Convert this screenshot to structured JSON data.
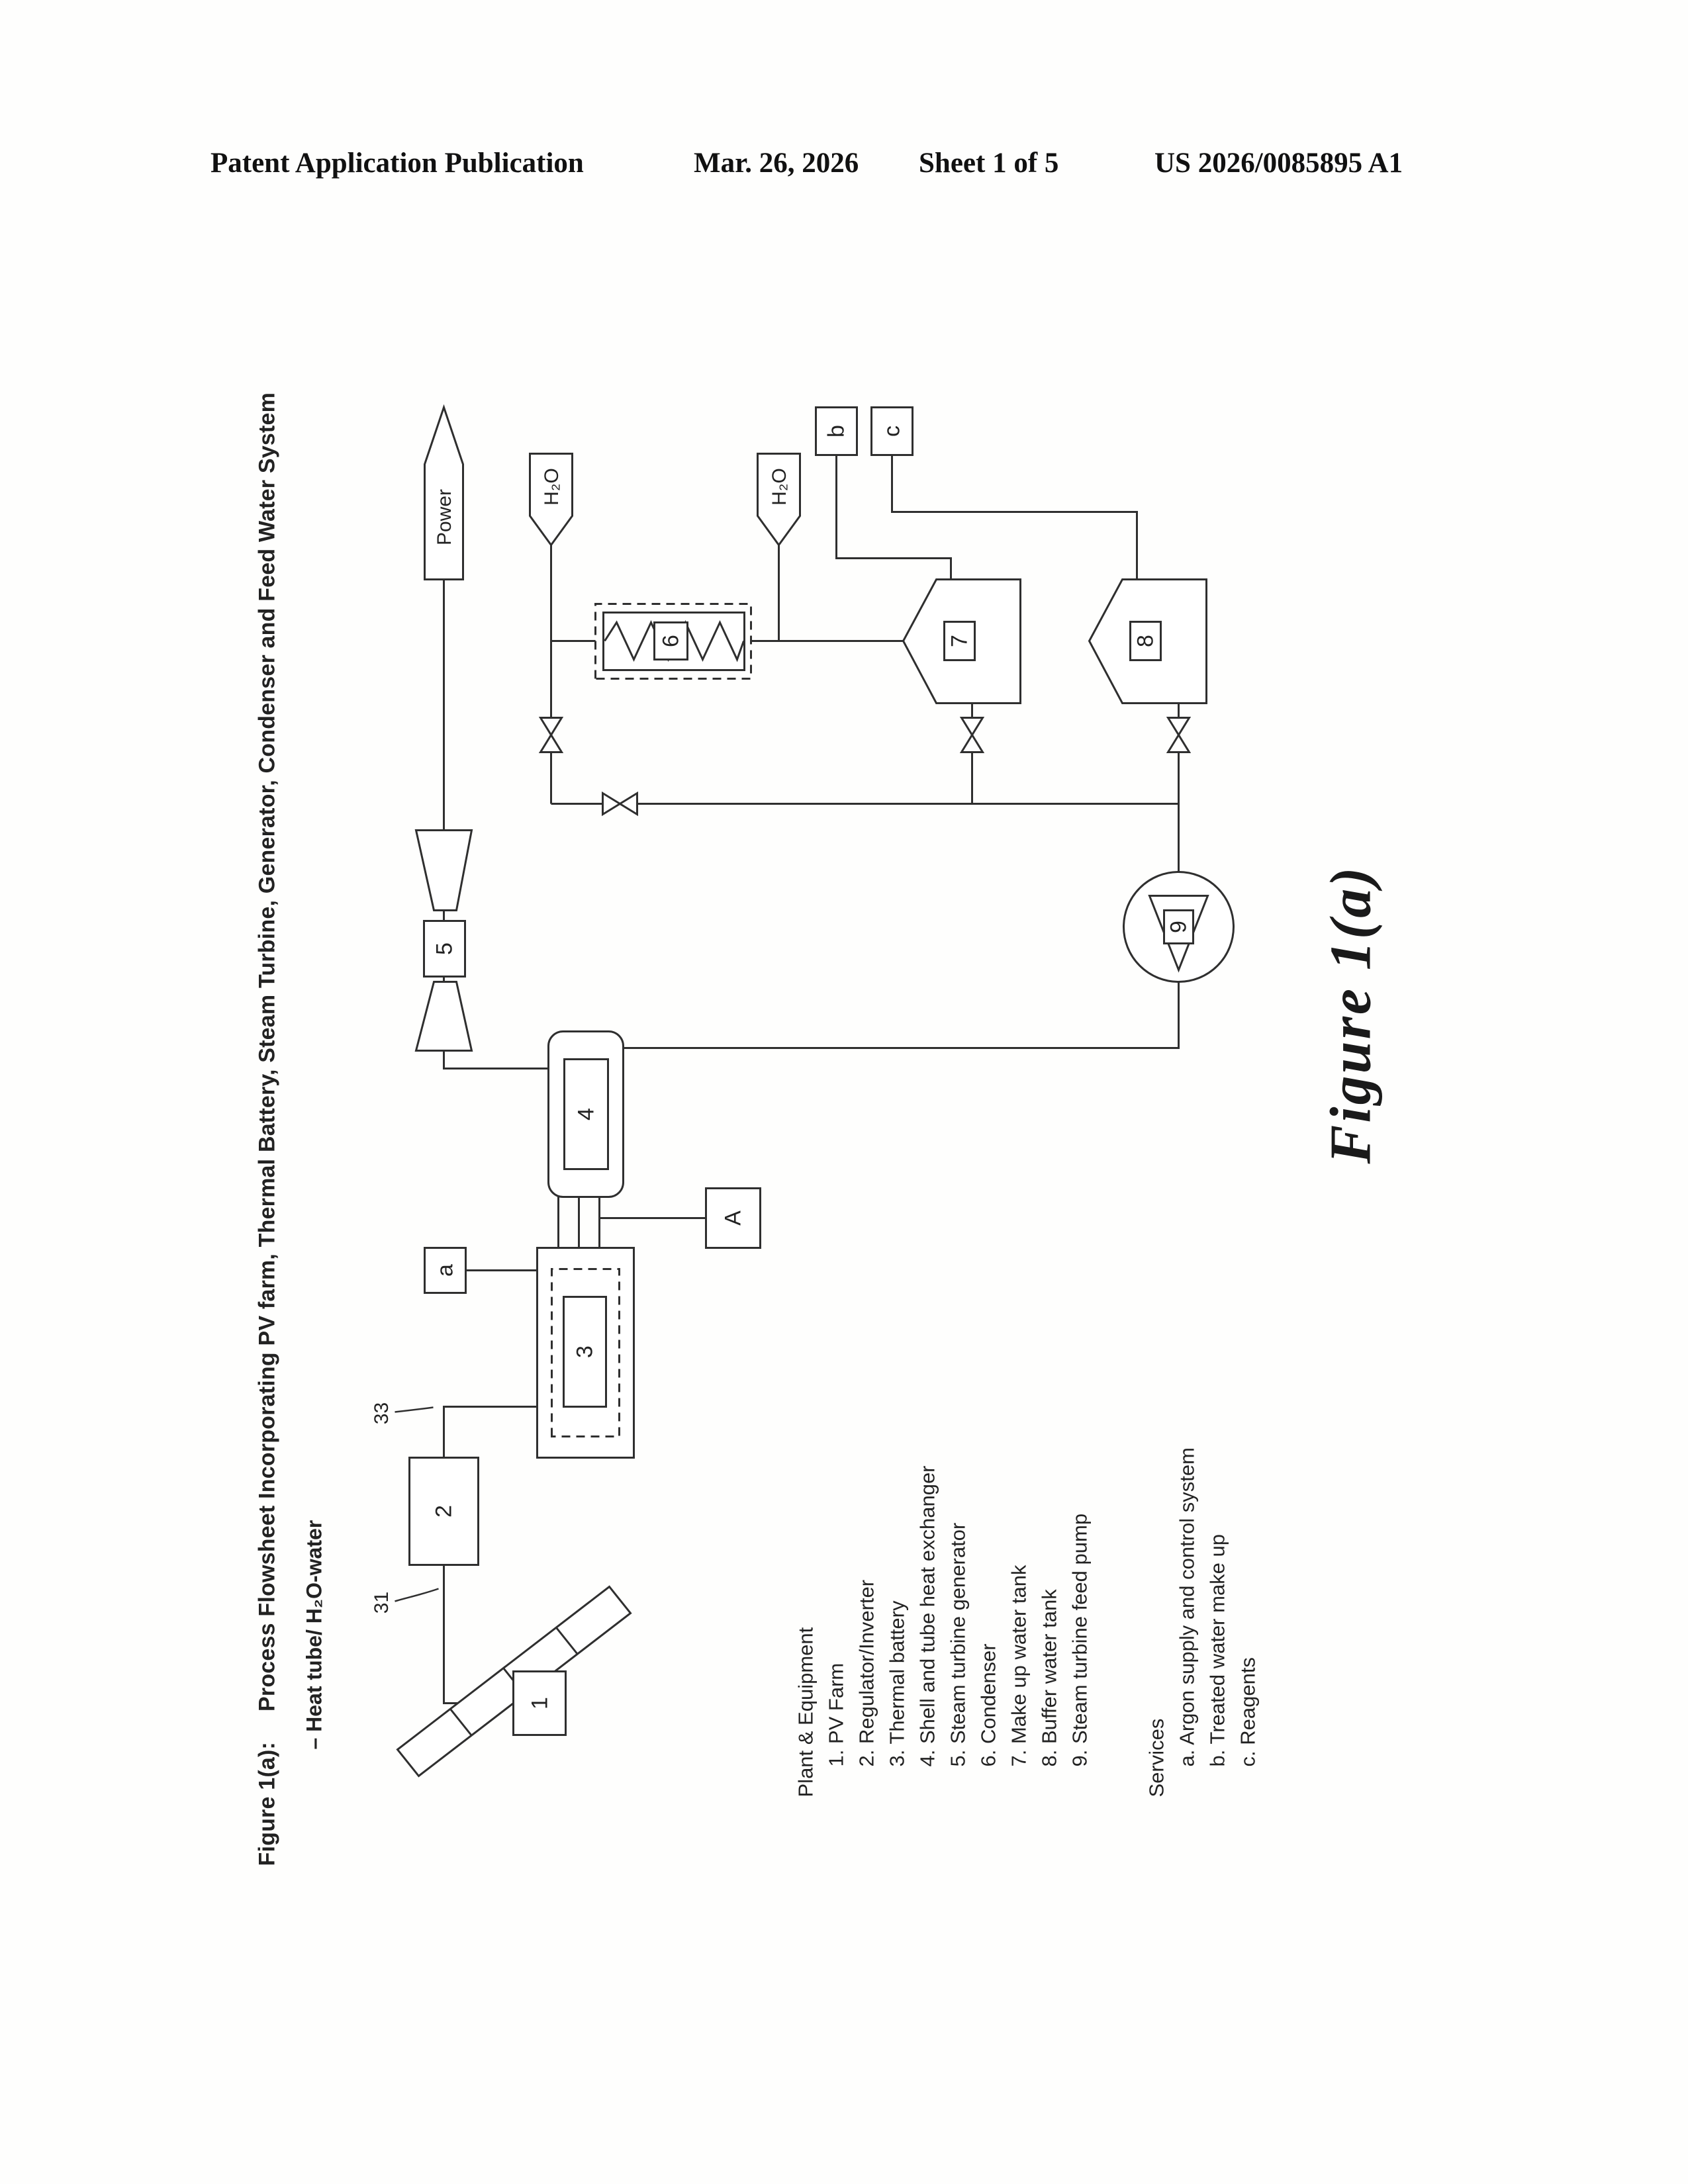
{
  "page": {
    "background": "#fefefd",
    "ink": "#2f2f2f"
  },
  "header": {
    "left": "Patent Application Publication",
    "date": "Mar. 26, 2026",
    "sheet": "Sheet 1 of 5",
    "right": "US 2026/0085895 A1"
  },
  "figure": {
    "title_label": "Figure 1(a):",
    "title": "Process Flowsheet Incorporating PV farm, Thermal Battery, Steam Turbine, Generator, Condenser and Feed Water System",
    "line_legend": "– Heat tube/ H₂O-water",
    "caption": "Figure 1(a)",
    "labels": {
      "pv": "1",
      "regulator": "2",
      "battery": "3",
      "heat_exchanger": "4",
      "turbine_generator": "5",
      "condenser": "6",
      "makeup_tank": "7",
      "buffer_tank": "8",
      "feed_pump": "9",
      "argon": "a",
      "treated_water": "b",
      "reagents": "c",
      "module": "A",
      "power": "Power",
      "h2o_left": "H₂O",
      "h2o_right": "H₂O",
      "stream_31": "31",
      "stream_33": "33"
    },
    "legend": {
      "equipment_title": "Plant & Equipment",
      "equipment": [
        "1.  PV Farm",
        "2.  Regulator/Inverter",
        "3.  Thermal battery",
        "4.  Shell and tube heat exchanger",
        "5.  Steam turbine generator",
        "6.  Condenser",
        "7.  Make up water tank",
        "8.  Buffer water tank",
        "9.  Steam turbine feed pump"
      ],
      "services_title": "Services",
      "services": [
        "a.  Argon supply and control system",
        "b.  Treated water make up",
        "c.  Reagents"
      ]
    }
  }
}
